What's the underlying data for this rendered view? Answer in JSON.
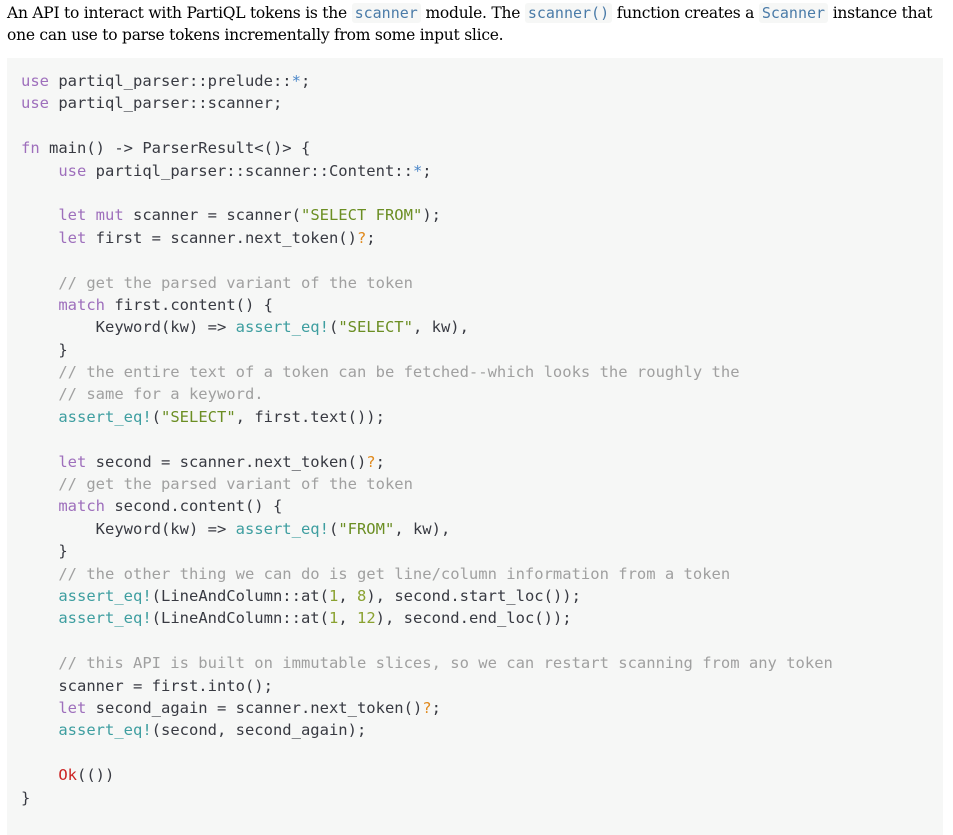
{
  "intro": {
    "t1": "An API to interact with PartiQL tokens is the ",
    "c1": "scanner",
    "t2": " module. The ",
    "c2": "scanner()",
    "t3": " function creates a ",
    "c3": "Scanner",
    "t4": " instance that one can use to parse tokens incrementally from some input slice."
  },
  "code": {
    "lines": [
      [
        [
          "kw",
          "use"
        ],
        [
          "p",
          " partiql_parser::prelude::"
        ],
        [
          "glob",
          "*"
        ],
        [
          "p",
          ";"
        ]
      ],
      [
        [
          "kw",
          "use"
        ],
        [
          "p",
          " partiql_parser::scanner;"
        ]
      ],
      [],
      [
        [
          "kw",
          "fn"
        ],
        [
          "p",
          " main() -> ParserResult<()> {"
        ]
      ],
      [
        [
          "p",
          "    "
        ],
        [
          "kw",
          "use"
        ],
        [
          "p",
          " partiql_parser::scanner::Content::"
        ],
        [
          "glob",
          "*"
        ],
        [
          "p",
          ";"
        ]
      ],
      [],
      [
        [
          "p",
          "    "
        ],
        [
          "kw",
          "let"
        ],
        [
          "p",
          " "
        ],
        [
          "kw",
          "mut"
        ],
        [
          "p",
          " scanner = scanner("
        ],
        [
          "str",
          "\"SELECT FROM\""
        ],
        [
          "p",
          ");"
        ]
      ],
      [
        [
          "p",
          "    "
        ],
        [
          "kw",
          "let"
        ],
        [
          "p",
          " first = scanner.next_token()"
        ],
        [
          "op",
          "?"
        ],
        [
          "p",
          ";"
        ]
      ],
      [],
      [
        [
          "p",
          "    "
        ],
        [
          "com",
          "// get the parsed variant of the token"
        ]
      ],
      [
        [
          "p",
          "    "
        ],
        [
          "kw",
          "match"
        ],
        [
          "p",
          " first.content() {"
        ]
      ],
      [
        [
          "p",
          "        Keyword(kw) => "
        ],
        [
          "mac",
          "assert_eq!"
        ],
        [
          "p",
          "("
        ],
        [
          "str",
          "\"SELECT\""
        ],
        [
          "p",
          ", kw),"
        ]
      ],
      [
        [
          "p",
          "    }"
        ]
      ],
      [
        [
          "p",
          "    "
        ],
        [
          "com",
          "// the entire text of a token can be fetched--which looks the roughly the"
        ]
      ],
      [
        [
          "p",
          "    "
        ],
        [
          "com",
          "// same for a keyword."
        ]
      ],
      [
        [
          "p",
          "    "
        ],
        [
          "mac",
          "assert_eq!"
        ],
        [
          "p",
          "("
        ],
        [
          "str",
          "\"SELECT\""
        ],
        [
          "p",
          ", first.text());"
        ]
      ],
      [],
      [
        [
          "p",
          "    "
        ],
        [
          "kw",
          "let"
        ],
        [
          "p",
          " second = scanner.next_token()"
        ],
        [
          "op",
          "?"
        ],
        [
          "p",
          ";"
        ]
      ],
      [
        [
          "p",
          "    "
        ],
        [
          "com",
          "// get the parsed variant of the token"
        ]
      ],
      [
        [
          "p",
          "    "
        ],
        [
          "kw",
          "match"
        ],
        [
          "p",
          " second.content() {"
        ]
      ],
      [
        [
          "p",
          "        Keyword(kw) => "
        ],
        [
          "mac",
          "assert_eq!"
        ],
        [
          "p",
          "("
        ],
        [
          "str",
          "\"FROM\""
        ],
        [
          "p",
          ", kw),"
        ]
      ],
      [
        [
          "p",
          "    }"
        ]
      ],
      [
        [
          "p",
          "    "
        ],
        [
          "com",
          "// the other thing we can do is get line/column information from a token"
        ]
      ],
      [
        [
          "p",
          "    "
        ],
        [
          "mac",
          "assert_eq!"
        ],
        [
          "p",
          "(LineAndColumn::at("
        ],
        [
          "num",
          "1"
        ],
        [
          "p",
          ", "
        ],
        [
          "num",
          "8"
        ],
        [
          "p",
          "), second.start_loc());"
        ]
      ],
      [
        [
          "p",
          "    "
        ],
        [
          "mac",
          "assert_eq!"
        ],
        [
          "p",
          "(LineAndColumn::at("
        ],
        [
          "num",
          "1"
        ],
        [
          "p",
          ", "
        ],
        [
          "num",
          "12"
        ],
        [
          "p",
          "), second.end_loc());"
        ]
      ],
      [],
      [
        [
          "p",
          "    "
        ],
        [
          "com",
          "// this API is built on immutable slices, so we can restart scanning from any token"
        ]
      ],
      [
        [
          "p",
          "    scanner = first.into();"
        ]
      ],
      [
        [
          "p",
          "    "
        ],
        [
          "kw",
          "let"
        ],
        [
          "p",
          " second_again = scanner.next_token()"
        ],
        [
          "op",
          "?"
        ],
        [
          "p",
          ";"
        ]
      ],
      [
        [
          "p",
          "    "
        ],
        [
          "mac",
          "assert_eq!"
        ],
        [
          "p",
          "(second, second_again);"
        ]
      ],
      [],
      [
        [
          "p",
          "    "
        ],
        [
          "ok",
          "Ok"
        ],
        [
          "p",
          "(())"
        ]
      ],
      [
        [
          "p",
          "}"
        ]
      ]
    ]
  }
}
